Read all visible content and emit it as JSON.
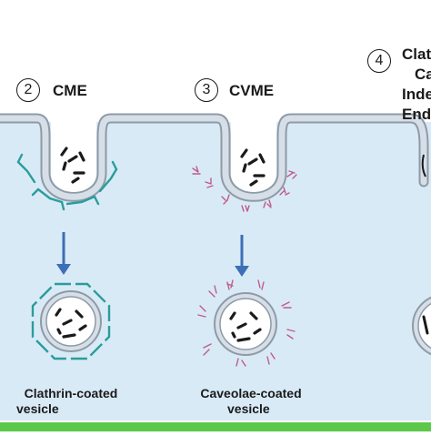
{
  "steps": [
    {
      "number": "2",
      "label": "CME",
      "caption_line1": "Clathrin-coated",
      "caption_line2": "vesicle"
    },
    {
      "number": "3",
      "label": "CVME",
      "caption_line1": "Caveolae-coated",
      "caption_line2": "vesicle"
    },
    {
      "number": "4",
      "label_lines": [
        "Clat",
        "Ca",
        "Inde",
        "Ende"
      ]
    }
  ],
  "colors": {
    "cytoplasm": "#d9eaf7",
    "membrane_fill": "#d6dfe8",
    "membrane_edge": "#8e9aa6",
    "clathrin": "#2a9d9a",
    "caveolin": "#c05a8a",
    "arrow": "#3b6fb6",
    "cargo": "#1a1a1a",
    "bottom_bar": "#5cc84a"
  }
}
